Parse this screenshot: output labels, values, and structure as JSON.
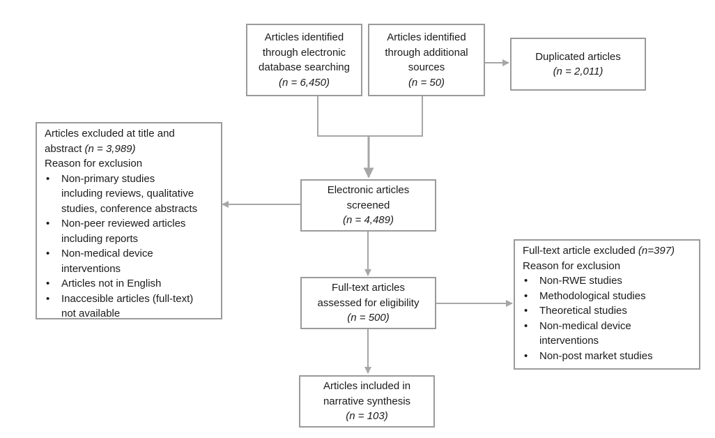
{
  "colors": {
    "border": "#9a9a9a",
    "connector": "#a6a6a6",
    "text": "#1a1a1a"
  },
  "boxes": {
    "database": {
      "lines": [
        "Articles identified",
        "through electronic",
        "database searching"
      ],
      "count": "(n = 6,450)"
    },
    "additional": {
      "lines": [
        "Articles identified",
        "through additional",
        "sources"
      ],
      "count": "(n = 50)"
    },
    "duplicated": {
      "lines": [
        "Duplicated articles"
      ],
      "count": "(n = 2,011)"
    },
    "screened": {
      "lines": [
        "Electronic articles",
        "screened"
      ],
      "count": "(n = 4,489)"
    },
    "fulltext": {
      "lines": [
        "Full-text articles",
        "assessed for eligibility"
      ],
      "count": "(n = 500)"
    },
    "included": {
      "lines": [
        "Articles included in",
        "narrative synthesis"
      ],
      "count": "(n = 103)"
    },
    "excluded_title": {
      "heading": "Articles excluded at title and",
      "heading_line2": "abstract",
      "count": "(n = 3,989)",
      "reason": "Reason for exclusion",
      "items": [
        [
          "Non-primary studies",
          "including reviews, qualitative",
          "studies, conference abstracts"
        ],
        [
          "Non-peer reviewed articles",
          "including reports"
        ],
        [
          "Non-medical device",
          "interventions"
        ],
        [
          "Articles not in English"
        ],
        [
          "Inaccesible articles (full-text)",
          "not available"
        ]
      ]
    },
    "excluded_fulltext": {
      "heading": "Full-text article excluded",
      "count": "(n=397)",
      "reason": "Reason for exclusion",
      "items": [
        [
          "Non-RWE studies"
        ],
        [
          "Methodological studies"
        ],
        [
          "Theoretical studies"
        ],
        [
          "Non-medical device",
          "interventions"
        ],
        [
          "Non-post market studies"
        ]
      ]
    }
  }
}
